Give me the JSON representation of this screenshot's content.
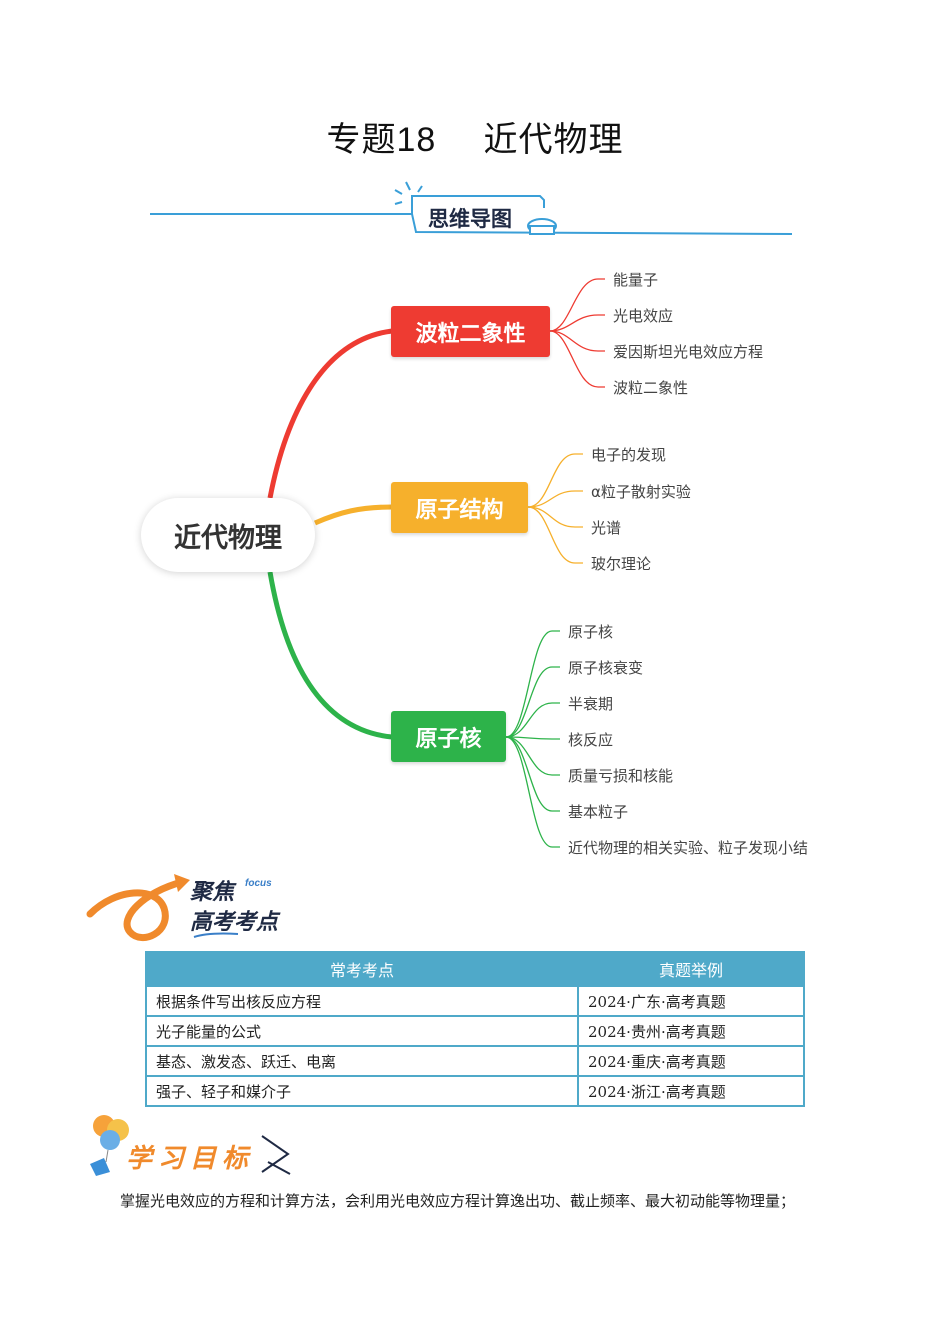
{
  "header": {
    "title_prefix": "专题",
    "title_number": "18",
    "title_topic": "近代物理"
  },
  "mindmap_banner": {
    "label": "思维导图"
  },
  "mindmap": {
    "root": "近代物理",
    "branches": [
      {
        "label": "波粒二象性",
        "color": "#ee3b32",
        "leaves": [
          "能量子",
          "光电效应",
          "爱因斯坦光电效应方程",
          "波粒二象性"
        ]
      },
      {
        "label": "原子结构",
        "color": "#f6b02c",
        "leaves": [
          "电子的发现",
          "α粒子散射实验",
          "光谱",
          "玻尔理论"
        ]
      },
      {
        "label": "原子核",
        "color": "#2db34a",
        "leaves": [
          "原子核",
          "原子核衰变",
          "半衰期",
          "核反应",
          "质量亏损和核能",
          "基本粒子",
          "近代物理的相关实验、粒子发现小结"
        ]
      }
    ]
  },
  "focus_banner": {
    "line1": "聚焦",
    "tag": "focus",
    "line2": "高考考点"
  },
  "exam_table": {
    "headers": [
      "常考考点",
      "真题举例"
    ],
    "rows": [
      [
        "根据条件写出核反应方程",
        "2024·广东·高考真题"
      ],
      [
        "光子能量的公式",
        "2024·贵州·高考真题"
      ],
      [
        "基态、激发态、跃迁、电离",
        "2024·重庆·高考真题"
      ],
      [
        "强子、轻子和媒介子",
        "2024·浙江·高考真题"
      ]
    ]
  },
  "goals_banner": {
    "label": "学习目标"
  },
  "goals": {
    "line1": "掌握光电效应的方程和计算方法，会利用光电效应方程计算逸出功、截止频率、最大初动能等物理量；"
  }
}
